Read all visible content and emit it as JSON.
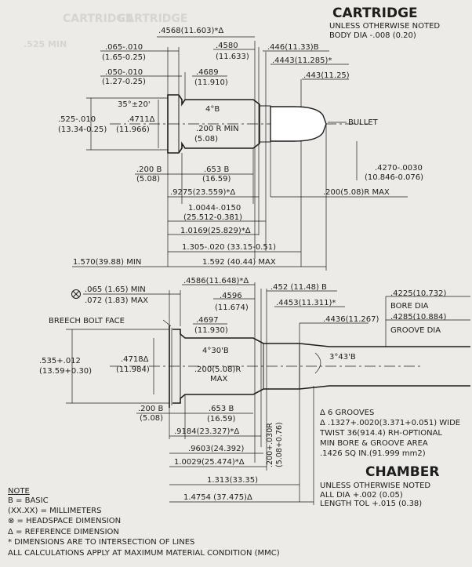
{
  "cartridge": {
    "title": "CARTRIDGE",
    "note_line1": "UNLESS OTHERWISE NOTED",
    "note_line2": "BODY DIA -.008 (0.20)",
    "dims": {
      "d_4568": ".4568(11.603)*Δ",
      "d_4580_a": ".4580",
      "d_4580_b": "(11.633)",
      "d_446": ".446(11.33)B",
      "d_4443": ".4443(11.285)*",
      "d_443": ".443(11.25)",
      "d_065_a": ".065-.010",
      "d_065_b": "(1.65-0.25)",
      "d_050_a": ".050-.010",
      "d_050_b": "(1.27-0.25)",
      "d_4689_a": ".4689",
      "d_4689_b": "(11.910)",
      "angle": "35°±20'",
      "shoulder": "4°B",
      "rim_a": ".525-.010",
      "rim_b": "(13.34-0.25)",
      "d_4711_a": ".4711Δ",
      "d_4711_b": "(11.966)",
      "radius_a": ".200 R MIN",
      "radius_b": "(5.08)",
      "bullet": "BULLET",
      "b200_a": ".200 B",
      "b200_b": "(5.08)",
      "b653_a": ".653 B",
      "b653_b": "(16.59)",
      "d_4270_a": ".4270-.0030",
      "d_4270_b": "(10.846-0.076)",
      "d_9275": ".9275(23.559)*Δ",
      "r_max": ".200(5.08)R MAX",
      "d_10044_a": "1.0044-.0150",
      "d_10044_b": "(25.512-0.381)",
      "d_10169": "1.0169(25.829)*Δ",
      "d_1305": "1.305-.020 (33.15-0.51)",
      "d_1570": "1.570(39.88) MIN",
      "d_1592": "1.592 (40.44) MAX"
    }
  },
  "chamber": {
    "title": "CHAMBER",
    "note_line1": "UNLESS OTHERWISE NOTED",
    "note_line2": "ALL DIA +.002 (0.05)",
    "note_line3": "LENGTH TOL +.015 (0.38)",
    "dims": {
      "hs_min": ".065 (1.65) MIN",
      "hs_max": ".072 (1.83) MAX",
      "d_4586": ".4586(11.648)*Δ",
      "d_452": ".452 (11.48) B",
      "d_4596_a": ".4596",
      "d_4596_b": "(11.674)",
      "d_4453": ".4453(11.311)*",
      "breech": "BREECH BOLT FACE",
      "d_4697_a": ".4697",
      "d_4697_b": "(11.930)",
      "d_4436": ".4436(11.267)",
      "bore_a": ".4225(10.732)",
      "bore_b": "BORE DIA",
      "groove_a": ".4285(10.884)",
      "groove_b": "GROOVE DIA",
      "shoulder": "4°30'B",
      "leade": "3°43'B",
      "d_535_a": ".535+.012",
      "d_535_b": "(13.59+0.30)",
      "d_4718_a": ".4718Δ",
      "d_4718_b": "(11.984)",
      "radius_a": ".200(5.08)R",
      "radius_b": "MAX",
      "b200_a": ".200 B",
      "b200_b": "(5.08)",
      "b653_a": ".653 B",
      "b653_b": "(16.59)",
      "d_9184": ".9184(23.327)*Δ",
      "d_9603": ".9603(24.392)",
      "d_10029": "1.0029(25.474)*Δ",
      "d_1313": "1.313(33.35)",
      "d_14754": "1.4754 (37.475)Δ",
      "vert_a": ".200+.030R",
      "vert_b": "(5.08+0.76)",
      "rifling": [
        "Δ 6 GROOVES",
        "Δ .1327+.0020(3.371+0.051) WIDE",
        "TWIST 36(914.4) RH-OPTIONAL",
        "MIN BORE & GROOVE AREA",
        ".1426 SQ IN.(91.999 mm2)"
      ]
    }
  },
  "notes": {
    "heading": "NOTE",
    "lines": [
      "B = BASIC",
      "(XX.XX) = MILLIMETERS",
      "⊗ = HEADSPACE DIMENSION",
      "Δ = REFERENCE DIMENSION",
      "* DIMENSIONS ARE TO INTERSECTION OF LINES",
      "ALL CALCULATIONS APPLY AT MAXIMUM MATERIAL CONDITION (MMC)"
    ]
  }
}
